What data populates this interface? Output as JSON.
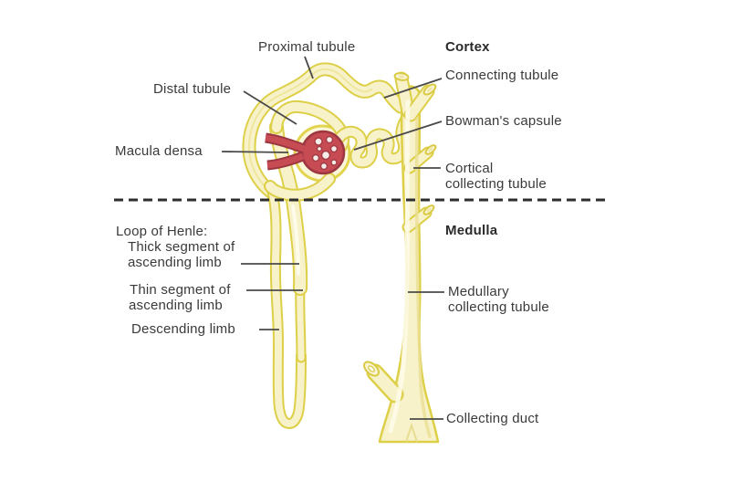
{
  "diagram_type": "nephron-anatomy-diagram",
  "regions": {
    "cortex": "Cortex",
    "medulla": "Medulla"
  },
  "labels": {
    "proximal_tubule": "Proximal tubule",
    "distal_tubule": "Distal tubule",
    "macula_densa": "Macula densa",
    "connecting_tubule": "Connecting tubule",
    "bowmans_capsule": "Bowman's capsule",
    "cortical_collecting_tubule": {
      "line1": "Cortical",
      "line2": "collecting tubule"
    },
    "loop_of_henle_heading": "Loop of Henle:",
    "thick_segment": {
      "line1": "Thick segment of",
      "line2": "ascending limb"
    },
    "thin_segment": {
      "line1": "Thin segment of",
      "line2": "ascending limb"
    },
    "descending_limb": "Descending limb",
    "medullary_collecting_tubule": {
      "line1": "Medullary",
      "line2": "collecting tubule"
    },
    "collecting_duct": "Collecting duct"
  },
  "colors": {
    "tubule_fill": "#f7f2c9",
    "tubule_outline": "#ddcf48",
    "tubule_highlight": "#fdfbe9",
    "tubule_shadow": "#eadf93",
    "glomerulus_fill": "#c64b53",
    "glomerulus_outline": "#9c3741",
    "capillary_dot_fill": "#f4edea",
    "label_text": "#3a3a3a",
    "leader_line": "#4a4a4a",
    "divider_dash": "#2e2e2e",
    "background": "#ffffff"
  }
}
